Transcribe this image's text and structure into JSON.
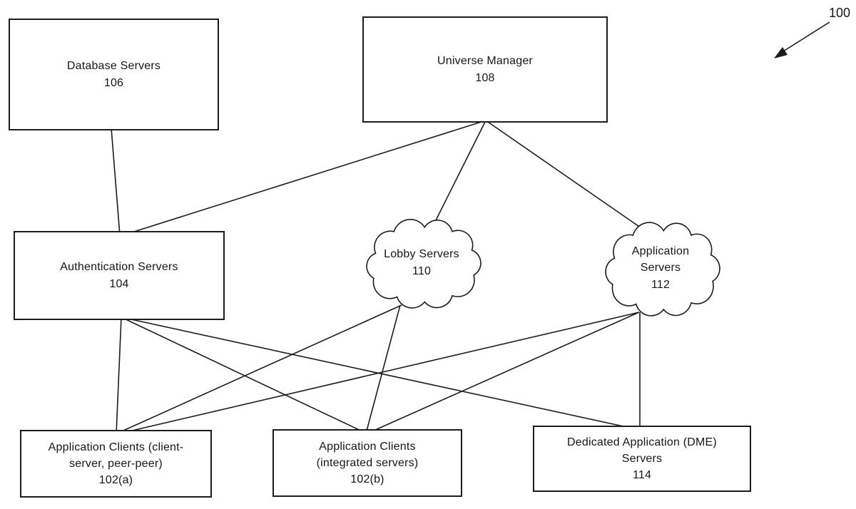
{
  "figure": {
    "ref_label": "100"
  },
  "nodes": {
    "database_servers": {
      "label": "Database Servers\n106",
      "shape": "box"
    },
    "universe_manager": {
      "label": "Universe Manager\n108",
      "shape": "box"
    },
    "authentication_servers": {
      "label": "Authentication Servers\n104",
      "shape": "box"
    },
    "lobby_servers": {
      "label": "Lobby Servers\n110",
      "shape": "cloud"
    },
    "application_servers": {
      "label": "Application\nServers\n112",
      "shape": "cloud"
    },
    "application_clients_a": {
      "label": "Application Clients (client-\nserver, peer-peer)\n102(a)",
      "shape": "box"
    },
    "application_clients_b": {
      "label": "Application Clients\n(integrated servers)\n102(b)",
      "shape": "box"
    },
    "dme_servers": {
      "label": "Dedicated Application (DME)\nServers\n114",
      "shape": "box"
    }
  },
  "edges": [
    {
      "from": "database_servers",
      "to": "authentication_servers"
    },
    {
      "from": "universe_manager",
      "to": "authentication_servers"
    },
    {
      "from": "universe_manager",
      "to": "lobby_servers"
    },
    {
      "from": "universe_manager",
      "to": "application_servers"
    },
    {
      "from": "authentication_servers",
      "to": "application_clients_a"
    },
    {
      "from": "authentication_servers",
      "to": "application_clients_b"
    },
    {
      "from": "authentication_servers",
      "to": "dme_servers"
    },
    {
      "from": "lobby_servers",
      "to": "application_clients_a"
    },
    {
      "from": "lobby_servers",
      "to": "application_clients_b"
    },
    {
      "from": "application_servers",
      "to": "application_clients_a"
    },
    {
      "from": "application_servers",
      "to": "application_clients_b"
    },
    {
      "from": "application_servers",
      "to": "dme_servers"
    }
  ],
  "colors": {
    "background": "#ffffff",
    "line": "#1c1c1c",
    "text": "#161616"
  }
}
